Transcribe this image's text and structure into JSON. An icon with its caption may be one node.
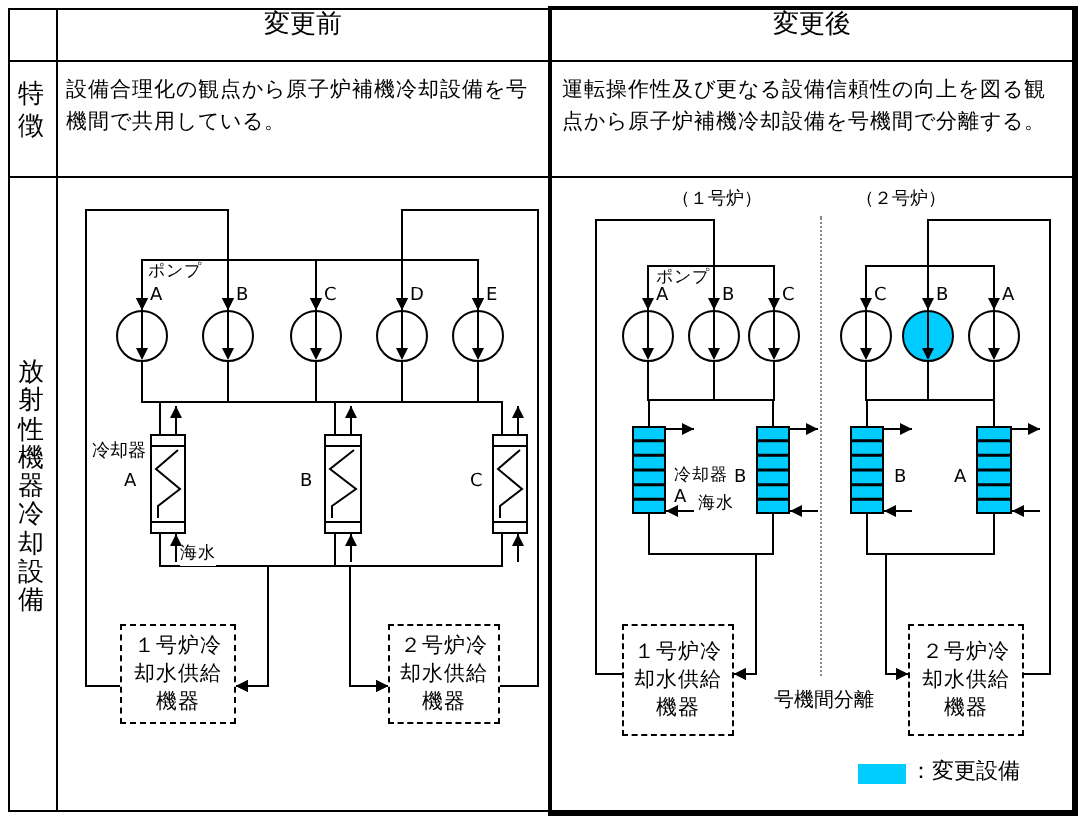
{
  "diagram": {
    "nodes": [
      {
        "text": [],
        "shape": "circle",
        "beside": [
          "A"
        ]
      },
      {
        "text": [],
        "shape": "circle",
        "beside": [
          "B"
        ]
      },
      {
        "text": [],
        "shape": "circle",
        "beside": [
          "C"
        ]
      },
      {
        "text": [],
        "shape": "circle",
        "beside": [
          "D"
        ]
      },
      {
        "text": [],
        "shape": "circle",
        "beside": [
          "E"
        ]
      },
      {
        "text": [],
        "shape": "box",
        "beside": [
          "冷却器",
          "A"
        ]
      },
      {
        "text": [],
        "shape": "box",
        "beside": [
          "B"
        ]
      },
      {
        "text": [],
        "shape": "box",
        "beside": [
          "C"
        ]
      },
      {
        "text": [
          "１号炉冷却水供給機器"
        ]
      },
      {
        "text": [
          "２号炉冷却水供給機器"
        ]
      },
      {
        "text": [],
        "shape": "circle",
        "beside": [
          "A"
        ]
      },
      {
        "text": [],
        "shape": "circle",
        "beside": [
          "B"
        ]
      },
      {
        "text": [],
        "shape": "circle",
        "beside": [
          "C"
        ]
      },
      {
        "text": [],
        "shape": "box",
        "beside": [
          "A"
        ]
      },
      {
        "text": [],
        "shape": "box",
        "beside": [
          "B"
        ]
      },
      {
        "text": [
          "１号炉冷却水供給機器"
        ]
      },
      {
        "text": [],
        "shape": "circle",
        "beside": [
          "C"
        ]
      },
      {
        "text": [],
        "shape": "circle",
        "beside": [
          "B"
        ]
      },
      {
        "text": [],
        "shape": "circle",
        "beside": [
          "A"
        ]
      },
      {
        "text": [],
        "shape": "box",
        "beside": [
          "B"
        ]
      },
      {
        "text": [],
        "shape": "box",
        "beside": [
          "A"
        ]
      },
      {
        "text": [
          "２号炉冷却水供給機器"
        ]
      }
    ],
    "edges": [
      {
        "from": 8,
        "to": 0,
        "arrow": "to"
      },
      {
        "from": 8,
        "to": 1,
        "arrow": "to"
      },
      {
        "from": 8,
        "to": 2,
        "arrow": "to"
      },
      {
        "from": 8,
        "to": 3,
        "arrow": "to"
      },
      {
        "from": 8,
        "to": 4,
        "arrow": "to"
      },
      {
        "from": 9,
        "to": 0,
        "arrow": "to"
      },
      {
        "from": 9,
        "to": 1,
        "arrow": "to"
      },
      {
        "from": 9,
        "to": 2,
        "arrow": "to"
      },
      {
        "from": 9,
        "to": 3,
        "arrow": "to"
      },
      {
        "from": 9,
        "to": 4,
        "arrow": "to"
      },
      {
        "from": 0,
        "to": 5,
        "arrow": "none"
      },
      {
        "from": 0,
        "to": 6,
        "arrow": "none"
      },
      {
        "from": 0,
        "to": 7,
        "arrow": "none"
      },
      {
        "from": 1,
        "to": 5,
        "arrow": "none"
      },
      {
        "from": 1,
        "to": 6,
        "arrow": "none"
      },
      {
        "from": 1,
        "to": 7,
        "arrow": "none"
      },
      {
        "from": 2,
        "to": 5,
        "arrow": "none"
      },
      {
        "from": 2,
        "to": 6,
        "arrow": "none"
      },
      {
        "from": 2,
        "to": 7,
        "arrow": "none"
      },
      {
        "from": 3,
        "to": 5,
        "arrow": "none"
      },
      {
        "from": 3,
        "to": 6,
        "arrow": "none"
      },
      {
        "from": 3,
        "to": 7,
        "arrow": "none"
      },
      {
        "from": 4,
        "to": 5,
        "arrow": "none"
      },
      {
        "from": 4,
        "to": 6,
        "arrow": "none"
      },
      {
        "from": 4,
        "to": 7,
        "arrow": "none"
      },
      {
        "from": 5,
        "to": 8,
        "arrow": "to"
      },
      {
        "from": 5,
        "to": 9,
        "arrow": "to"
      },
      {
        "from": 6,
        "to": 8,
        "arrow": "to"
      },
      {
        "from": 6,
        "to": 9,
        "arrow": "to"
      },
      {
        "from": 7,
        "to": 8,
        "arrow": "to"
      },
      {
        "from": 7,
        "to": 9,
        "arrow": "to"
      },
      {
        "from": null,
        "to": 5,
        "arrow": "to",
        "label": "海水"
      },
      {
        "from": 5,
        "to": null,
        "arrow": "to"
      },
      {
        "from": null,
        "to": 6,
        "arrow": "to"
      },
      {
        "from": 6,
        "to": null,
        "arrow": "to"
      },
      {
        "from": null,
        "to": 7,
        "arrow": "to"
      },
      {
        "from": 7,
        "to": null,
        "arrow": "to"
      },
      {
        "from": 15,
        "to": 10,
        "arrow": "to"
      },
      {
        "from": 15,
        "to": 11,
        "arrow": "to"
      },
      {
        "from": 15,
        "to": 12,
        "arrow": "to"
      },
      {
        "from": 10,
        "to": 13,
        "arrow": "none"
      },
      {
        "from": 10,
        "to": 14,
        "arrow": "none"
      },
      {
        "from": 11,
        "to": 13,
        "arrow": "none"
      },
      {
        "from": 11,
        "to": 14,
        "arrow": "none"
      },
      {
        "from": 12,
        "to": 13,
        "arrow": "none"
      },
      {
        "from": 12,
        "to": 14,
        "arrow": "none"
      },
      {
        "from": 13,
        "to": 15,
        "arrow": "to"
      },
      {
        "from": 14,
        "to": 15,
        "arrow": "to"
      },
      {
        "from": null,
        "to": 13,
        "arrow": "to",
        "label": "海水"
      },
      {
        "from": 13,
        "to": null,
        "arrow": "to"
      },
      {
        "from": null,
        "to": 14,
        "arrow": "to"
      },
      {
        "from": 14,
        "to": null,
        "arrow": "to"
      },
      {
        "from": 21,
        "to": 16,
        "arrow": "to"
      },
      {
        "from": 21,
        "to": 17,
        "arrow": "to"
      },
      {
        "from": 21,
        "to": 18,
        "arrow": "to"
      },
      {
        "from": 16,
        "to": 19,
        "arrow": "none"
      },
      {
        "from": 16,
        "to": 20,
        "arrow": "none"
      },
      {
        "from": 17,
        "to": 19,
        "arrow": "none"
      },
      {
        "from": 17,
        "to": 20,
        "arrow": "none"
      },
      {
        "from": 18,
        "to": 19,
        "arrow": "none"
      },
      {
        "from": 18,
        "to": 20,
        "arrow": "none"
      },
      {
        "from": 19,
        "to": 21,
        "arrow": "to"
      },
      {
        "from": 20,
        "to": 21,
        "arrow": "to"
      },
      {
        "from": null,
        "to": 19,
        "arrow": "to"
      },
      {
        "from": 19,
        "to": null,
        "arrow": "to"
      },
      {
        "from": null,
        "to": 20,
        "arrow": "to"
      },
      {
        "from": 20,
        "to": null,
        "arrow": "to"
      }
    ],
    "labels": [
      "変更前",
      "変更後",
      "特徴",
      "設備合理化の観点から原子炉補機冷却設備を号機間で共用している。",
      "運転操作性及び更なる設備信頼性の向上を図る観点から原子炉補機冷却設備を号機間で分離する。",
      "放射性機器冷却設備",
      "ポンプ",
      "（１号炉）",
      "（２号炉）",
      "ポンプ",
      "冷却器",
      "号機間分離"
    ],
    "legend": [
      {
        "text": "：変更設備",
        "color": "#00ccff"
      }
    ]
  }
}
